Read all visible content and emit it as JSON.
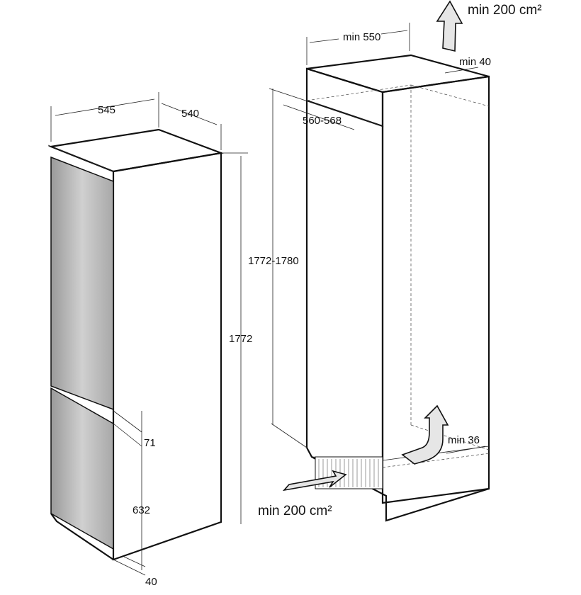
{
  "fridge": {
    "width_label": "545",
    "depth_label": "540",
    "height_label": "1772",
    "door_gap_label": "71",
    "lower_door_label": "632",
    "bottom_gap_label": "40"
  },
  "niche": {
    "width_label": "min 550",
    "top_gap_label": "min 40",
    "depth_label": "560-568",
    "height_label": "1772-1780",
    "rear_gap_label": "min 36",
    "top_vent_label": "min 200 cm²",
    "bottom_vent_label": "min 200 cm²"
  },
  "colors": {
    "line": "#111111",
    "door_shade": "#b0b0b0",
    "arrow_fill": "#e6e6e6"
  }
}
